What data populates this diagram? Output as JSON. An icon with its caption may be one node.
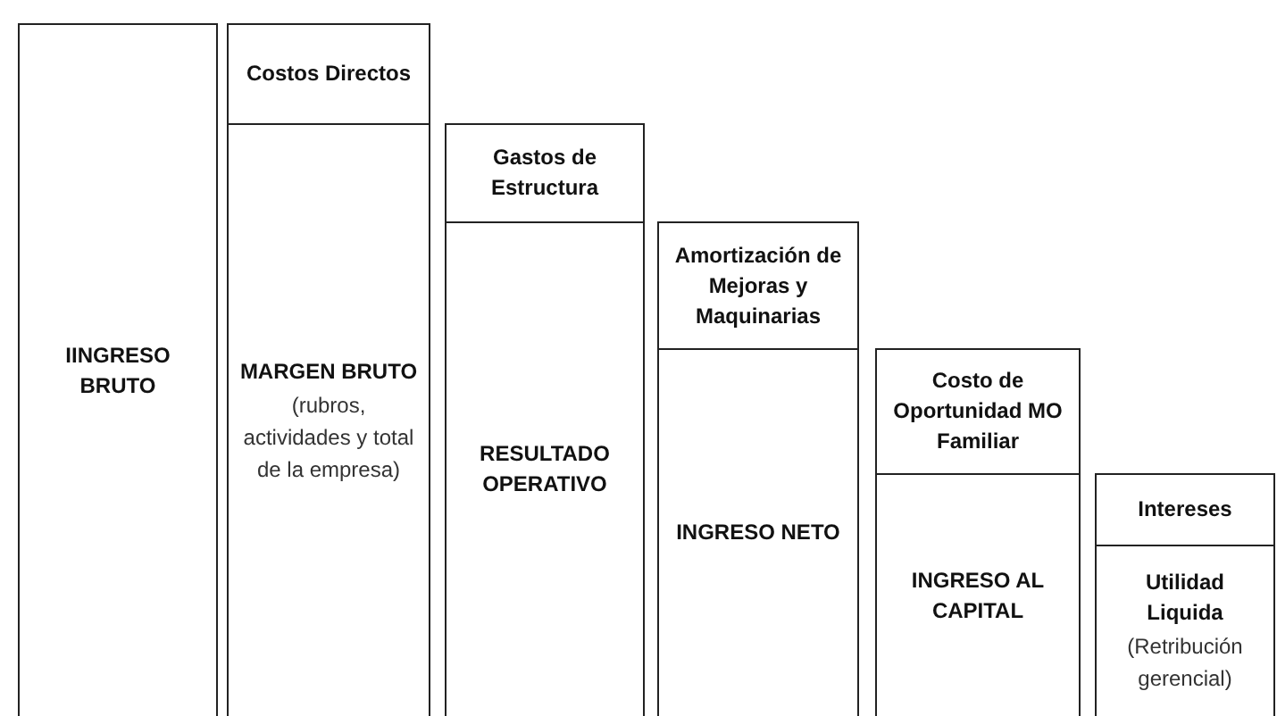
{
  "diagram": {
    "nodes": [
      {
        "text": [
          "IINGRESO BRUTO"
        ]
      },
      {
        "text": [
          "Costos Directos"
        ]
      },
      {
        "text": [
          "MARGEN BRUTO",
          "(rubros, actividades y total de la empresa)"
        ]
      },
      {
        "text": [
          "Gastos de Estructura"
        ]
      },
      {
        "text": [
          "RESULTADO OPERATIVO"
        ]
      },
      {
        "text": [
          "Amortización de Mejoras y Maquinarias"
        ]
      },
      {
        "text": [
          "INGRESO NETO"
        ]
      },
      {
        "text": [
          "Costo de Oportunidad MO Familiar"
        ]
      },
      {
        "text": [
          "INGRESO AL CAPITAL"
        ]
      },
      {
        "text": [
          "Intereses"
        ]
      },
      {
        "text": [
          "Utilidad Liquida",
          "(Retribución gerencial)"
        ]
      }
    ]
  }
}
